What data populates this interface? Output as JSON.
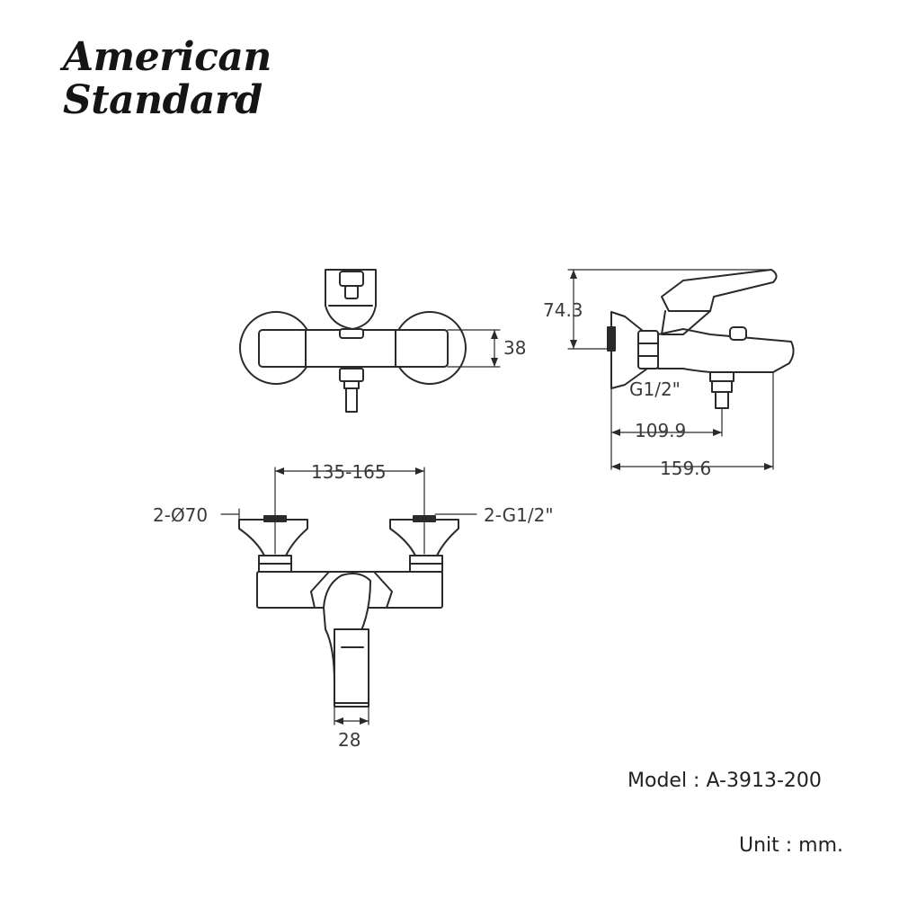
{
  "brand": {
    "line1": "American",
    "line2": "Standard"
  },
  "dimensions": {
    "top_depth": "38",
    "side_height": "74.3",
    "side_inlet": "G1/2\"",
    "side_inlet_depth": "109.9",
    "side_total_depth": "159.6",
    "front_centers": "135-165",
    "front_escutcheon": "2-Ø70",
    "front_inlets": "2-G1/2\"",
    "front_spout_width": "28"
  },
  "footer": {
    "model": "Model : A-3913-200",
    "unit": "Unit : mm."
  }
}
